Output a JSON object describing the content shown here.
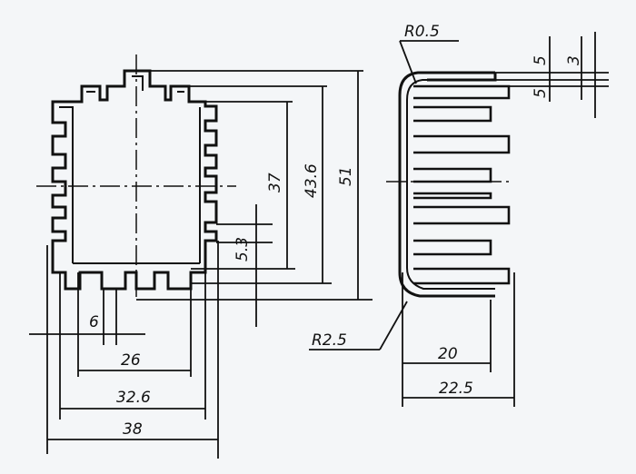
{
  "drawing": {
    "line_color": "#111111",
    "paper_color": "#f4f6f8",
    "front_view": {
      "dims": {
        "d6": "6",
        "d26": "26",
        "d32_6": "32.6",
        "d38": "38",
        "d5_3": "5.3",
        "d37": "37",
        "d43_6": "43.6",
        "d51": "51"
      }
    },
    "side_view": {
      "dims": {
        "r0_5": "R0.5",
        "r2_5": "R2.5",
        "d20": "20",
        "d22_5": "22.5",
        "d5a": "5",
        "d5b": "5",
        "d3": "3"
      }
    }
  }
}
